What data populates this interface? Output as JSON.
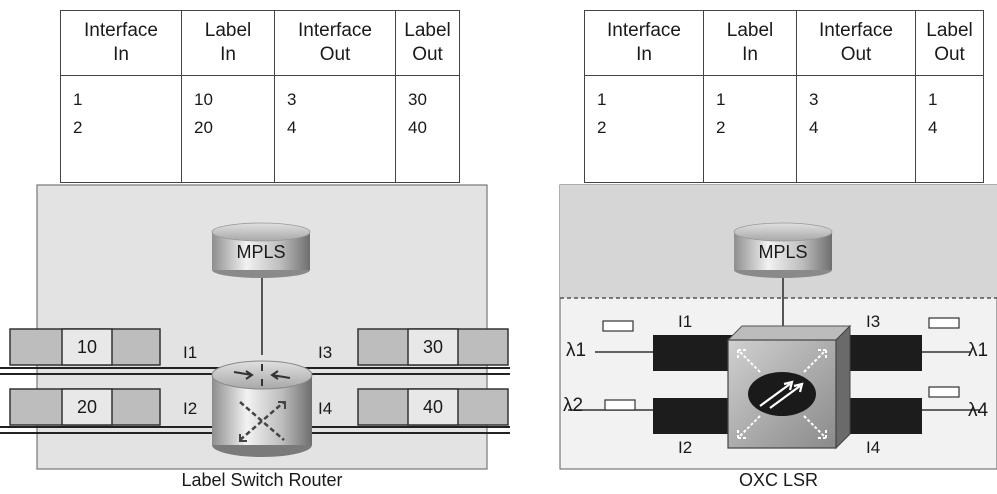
{
  "tables": [
    {
      "headers": [
        "Interface\nIn",
        "Label\nIn",
        "Interface\nOut",
        "Label\nOut"
      ],
      "rows": [
        [
          "1",
          "10",
          "3",
          "30"
        ],
        [
          "2",
          "20",
          "4",
          "40"
        ]
      ]
    },
    {
      "headers": [
        "Interface\nIn",
        "Label\nIn",
        "Interface\nOut",
        "Label\nOut"
      ],
      "rows": [
        [
          "1",
          "1",
          "3",
          "1"
        ],
        [
          "2",
          "2",
          "4",
          "4"
        ]
      ]
    }
  ],
  "left_panel": {
    "mpls_label": "MPLS",
    "port_labels": [
      "I1",
      "I2",
      "I3",
      "I4"
    ],
    "label_boxes": [
      "10",
      "20",
      "30",
      "40"
    ],
    "caption": "Label Switch Router"
  },
  "right_panel": {
    "mpls_label": "MPLS",
    "port_labels": [
      "I1",
      "I2",
      "I3",
      "I4"
    ],
    "lambda_labels": [
      "λ1",
      "λ2",
      "λ1",
      "λ4"
    ],
    "caption": "OXC LSR"
  }
}
